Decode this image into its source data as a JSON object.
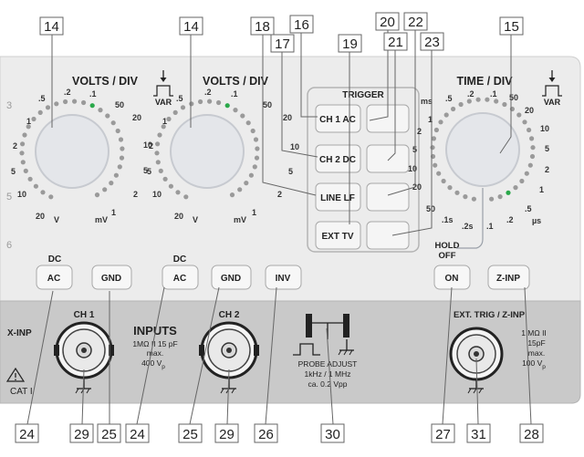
{
  "callouts_top": [
    "14",
    "14",
    "18",
    "17",
    "16",
    "19",
    "20",
    "21",
    "22",
    "23",
    "15"
  ],
  "callouts_bottom": [
    "24",
    "25",
    "24",
    "25",
    "29",
    "29",
    "26",
    "30",
    "27",
    "31",
    "28"
  ],
  "colors": {
    "panel": "#ececec",
    "lower_panel": "#c9c9c9",
    "led": "#2aa84a",
    "dots": "#9a9a9a"
  },
  "volts_div_1": {
    "title": "VOLTS / DIV",
    "ticks_left": [
      ".5",
      ".2",
      ".1",
      "1",
      "2",
      "5",
      "10",
      "20"
    ],
    "ticks_right": [
      "50",
      "20",
      "10",
      "5",
      "2",
      "1"
    ],
    "unit_v": "V",
    "unit_mv": "mV",
    "var_label": "VAR"
  },
  "volts_div_2": {
    "title": "VOLTS / DIV",
    "ticks_left": [
      ".5",
      ".2",
      ".1",
      "1",
      "2",
      "5",
      "10",
      "20"
    ],
    "ticks_right": [
      "50",
      "20",
      "10",
      "5",
      "2",
      "1"
    ],
    "unit_v": "V",
    "unit_mv": "mV"
  },
  "time_div": {
    "title": "TIME / DIV",
    "ticks_left": [
      ".5",
      ".2",
      ".1",
      "1",
      "2",
      "5",
      "10",
      "20",
      "50",
      ".1s",
      ".2s"
    ],
    "ticks_right": [
      "50",
      "20",
      "10",
      "5",
      "2",
      "1",
      ".5",
      ".2",
      ".1"
    ],
    "unit_ms": "ms",
    "unit_us": "µs",
    "var_label": "VAR"
  },
  "trigger": {
    "title": "TRIGGER",
    "buttons": [
      "CH 1 AC",
      "CH 2 DC",
      "LINE LF",
      "EXT TV"
    ]
  },
  "side_numbers": [
    "3",
    "5",
    "6"
  ],
  "coupling": {
    "dc_label": "DC",
    "ch1_ac": "AC",
    "ch1_gnd": "GND",
    "ch2_ac": "AC",
    "ch2_gnd": "GND",
    "inv": "INV"
  },
  "hold_off": {
    "label_1": "HOLD",
    "label_2": "OFF",
    "on": "ON",
    "zinp": "Z-INP"
  },
  "inputs": {
    "xinp": "X-INP",
    "ch1": "CH 1",
    "ch2": "CH 2",
    "title": "INPUTS",
    "spec_1": "1MΩ II 15 pF",
    "spec_2": "max.",
    "spec_3": "400 V",
    "spec_3_sub": "p",
    "cat": "CAT I",
    "probe_1": "PROBE ADJUST",
    "probe_2": "1kHz / 1 MHz",
    "probe_3": "ca. 0.2 Vpp",
    "ext_trig": "EXT. TRIG / Z-INP",
    "ext_spec_1": "1 MΩ II",
    "ext_spec_2": "15pF",
    "ext_spec_3": "max.",
    "ext_spec_4": "100 V",
    "ext_spec_4_sub": "p"
  }
}
